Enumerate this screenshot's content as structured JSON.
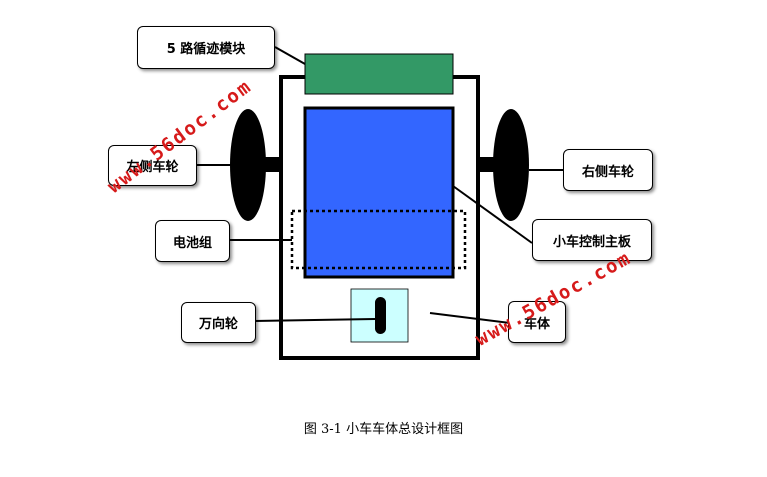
{
  "labels": {
    "tracking_module": "5 路循迹模块",
    "left_wheel": "左侧车轮",
    "right_wheel": "右侧车轮",
    "battery": "电池组",
    "main_board": "小车控制主板",
    "universal_wheel": "万向轮",
    "body": "车体"
  },
  "watermark": "www.56doc.com",
  "caption": "图 3-1  小车车体总设计框图",
  "colors": {
    "tracking_module": "#339966",
    "main_board": "#3366ff",
    "universal_wheel_box": "#ccffff",
    "wheel": "#000000",
    "watermark": "#d61a1a"
  }
}
